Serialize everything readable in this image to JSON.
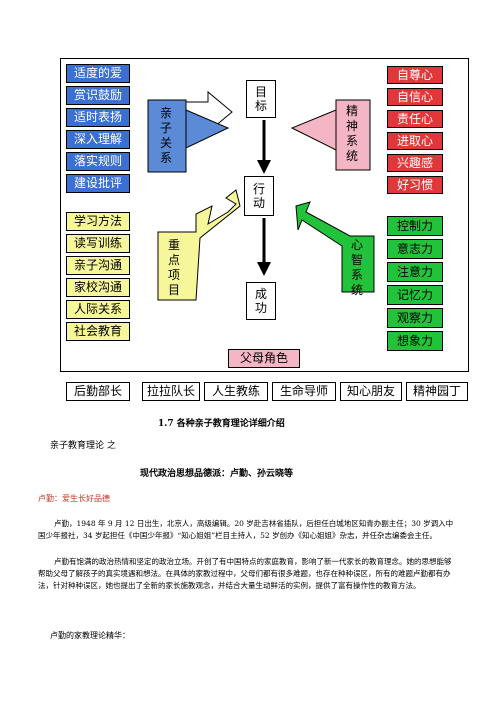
{
  "diagram": {
    "left_top": [
      "适度的爱",
      "赏识鼓励",
      "适时表扬",
      "深入理解",
      "落实规则",
      "建设批评"
    ],
    "right_top": [
      "自尊心",
      "自信心",
      "责任心",
      "进取心",
      "兴趣感",
      "好习惯"
    ],
    "left_bottom": [
      "学习方法",
      "读写训练",
      "亲子沟通",
      "家校沟通",
      "人际关系",
      "社会教育"
    ],
    "right_bottom": [
      "控制力",
      "意志力",
      "注意力",
      "记忆力",
      "观察力",
      "想象力"
    ],
    "center": {
      "target": "目标",
      "action": "行动",
      "success": "成功"
    },
    "arrows": {
      "parent_child": "亲子关系",
      "spirit": "精神系统",
      "key": "重点项目",
      "mind": "心智系统"
    },
    "parent_role": "父母角色",
    "bottom_row": [
      "后勤部长",
      "拉拉队长",
      "人生教练",
      "生命导师",
      "知心朋友",
      "精神园丁"
    ]
  },
  "document": {
    "section_title": "1.7 各种亲子教育理论详细介绍",
    "intro": "亲子教育理论 之",
    "subtitle": "现代政治思想品德派：卢勤、孙云晓等",
    "name_line": "卢勤：爱生长好品德",
    "para1": "卢勤，1948 年 9 月 12 日出生，北京人，高级编辑。20 岁赴吉林省插队，后担任白城地区知青办副主任；30 岁调入中国少年报社，34 岁起担任《中国少年报》“知心姐姐”栏目主持人，52 岁创办《知心姐姐》杂志，并任杂志编委会主任。",
    "para2": "卢勤有饱满的政治热情和坚定的政治立场。开创了有中国特点的家庭教育，影响了新一代家长的教育理念。她的思想能够帮助父母了解孩子的真实境遇和想法。在具体的家教过程中，父母们都有很多难题，也存在种种误区，所有的难题卢勤都有办法，针对种种误区，她也提出了全新的家长施教观念，并结合大量生动鲜活的实例，提供了富有操作性的教育方法。",
    "para3": "卢勤的家教理论精华："
  }
}
